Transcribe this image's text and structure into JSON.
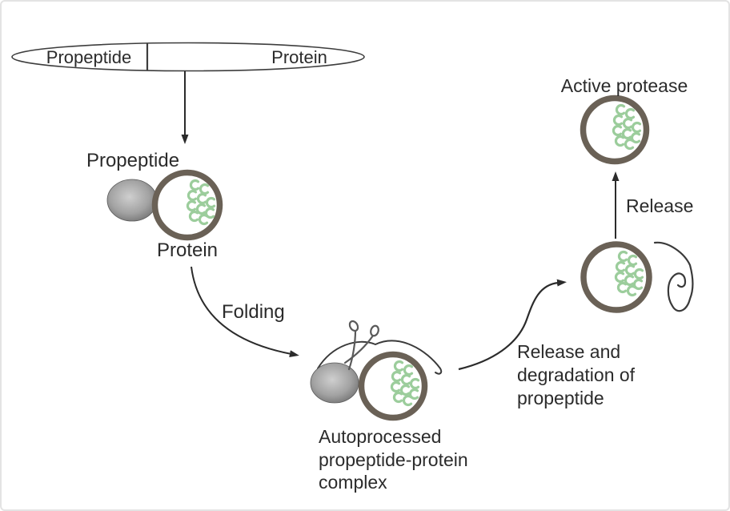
{
  "colors": {
    "circle_outline": "#6a6156",
    "helix_green": "#9ccd9c",
    "sphere_gray": "#9a9a9a",
    "line_dark": "#2b2b2b",
    "frame_border": "#e3e3e3",
    "background": "#ffffff"
  },
  "icons": {
    "scissors": "scissors-icon",
    "arrowhead": "arrowhead-icon",
    "helix_cluster": "secondary-structure-crescents-icon",
    "sphere": "propeptide-sphere-icon"
  },
  "precursor": {
    "propeptide": "Propeptide",
    "protein": "Protein"
  },
  "unfolded": {
    "propeptide": "Propeptide",
    "protein": "Protein"
  },
  "steps": {
    "folding": "Folding",
    "release": "Release"
  },
  "autoprocessed": {
    "line1": "Autoprocessed",
    "line2": "propeptide-protein",
    "line3": "complex"
  },
  "release_degradation": {
    "line1": "Release and",
    "line2": "degradation of",
    "line3": "propeptide"
  },
  "active_protease": "Active protease"
}
